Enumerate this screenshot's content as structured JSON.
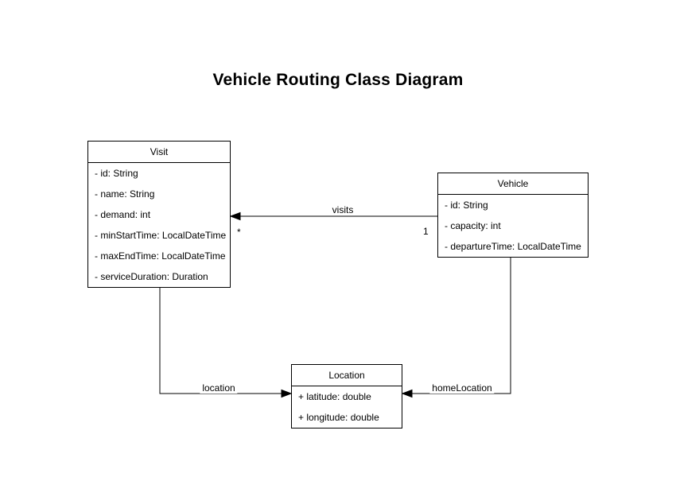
{
  "title": "Vehicle Routing Class Diagram",
  "colors": {
    "line": "#000000",
    "text": "#000000",
    "background": "#ffffff"
  },
  "classes": [
    {
      "name": "Visit",
      "attributes": [
        "- id: String",
        "- name: String",
        "- demand: int",
        "- minStartTime: LocalDateTime",
        "- maxEndTime: LocalDateTime",
        "- serviceDuration: Duration"
      ]
    },
    {
      "name": "Vehicle",
      "attributes": [
        "- id: String",
        "- capacity: int",
        "- departureTime: LocalDateTime"
      ]
    },
    {
      "name": "Location",
      "attributes": [
        "+ latitude: double",
        "+ longitude: double"
      ]
    }
  ],
  "edges": [
    {
      "label": "visits",
      "from": "Vehicle",
      "to": "Visit",
      "source_multiplicity": "1",
      "target_multiplicity": "*",
      "arrow": "filled-triangle-at-Visit"
    },
    {
      "label": "location",
      "from": "Visit",
      "to": "Location",
      "arrow": "filled-triangle-at-Location"
    },
    {
      "label": "homeLocation",
      "from": "Vehicle",
      "to": "Location",
      "arrow": "filled-triangle-at-Location"
    }
  ]
}
